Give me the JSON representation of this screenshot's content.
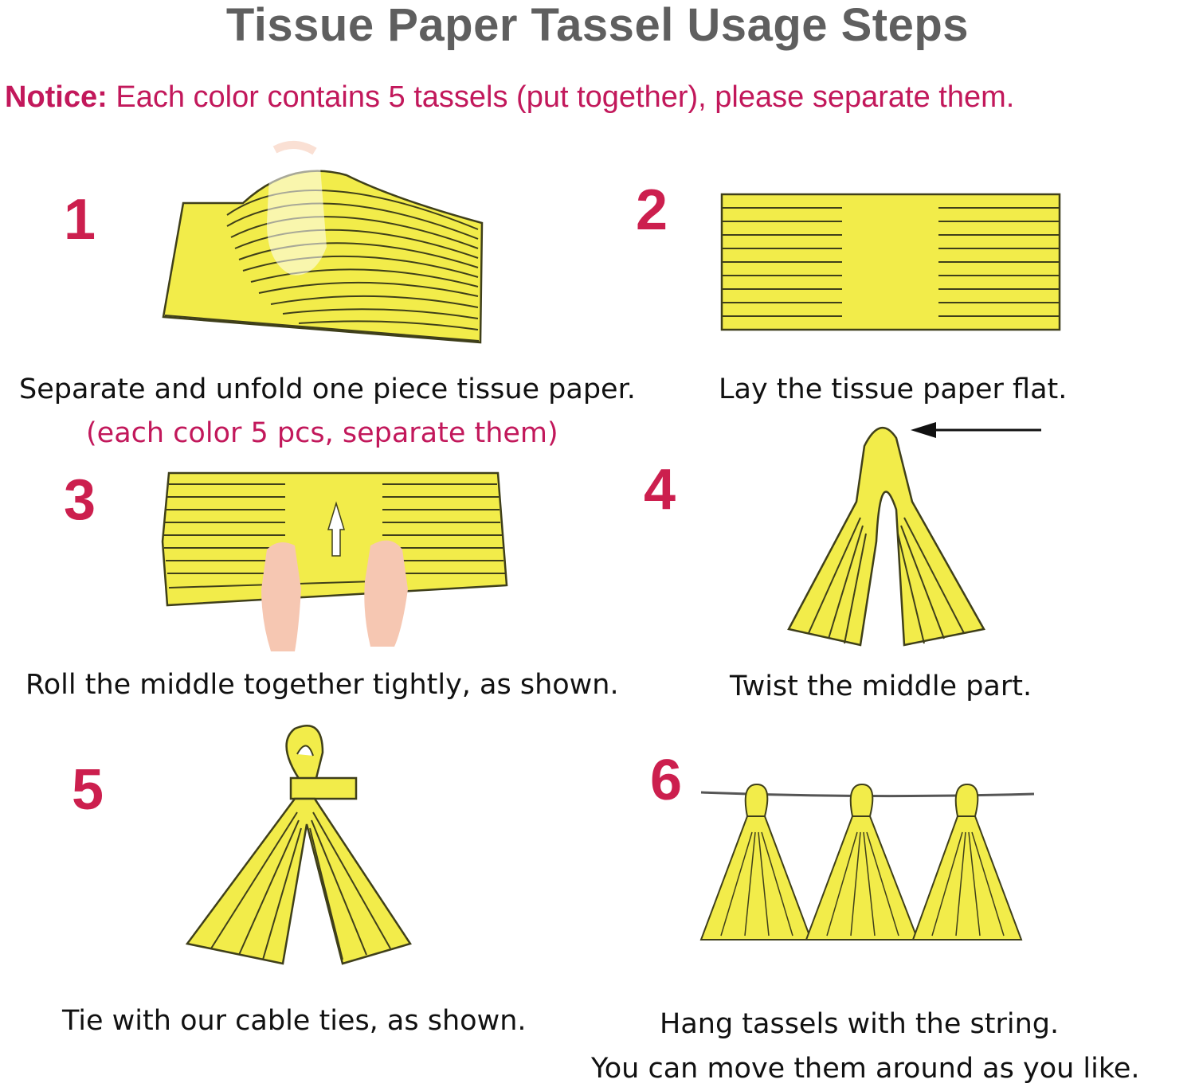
{
  "title": "Tissue Paper Tassel Usage Steps",
  "notice": {
    "label": "Notice:",
    "text": " Each color contains 5 tassels (put together), please separate them."
  },
  "colors": {
    "tissue": "#f2ec4a",
    "outline": "#3f3f1a",
    "accent": "#cc1f4e",
    "notice": "#c2185b",
    "skin": "#f6c7b2"
  },
  "steps": [
    {
      "number": "1",
      "caption": "Separate and unfold one piece tissue paper.",
      "note": "(each color 5 pcs, separate them)"
    },
    {
      "number": "2",
      "caption": "Lay the tissue paper flat."
    },
    {
      "number": "3",
      "caption": "Roll the middle together tightly, as shown."
    },
    {
      "number": "4",
      "caption": "Twist the middle part."
    },
    {
      "number": "5",
      "caption": "Tie with our cable ties, as shown."
    },
    {
      "number": "6",
      "caption": "Hang tassels with the string.",
      "caption2": "You can move them around as you like."
    }
  ]
}
